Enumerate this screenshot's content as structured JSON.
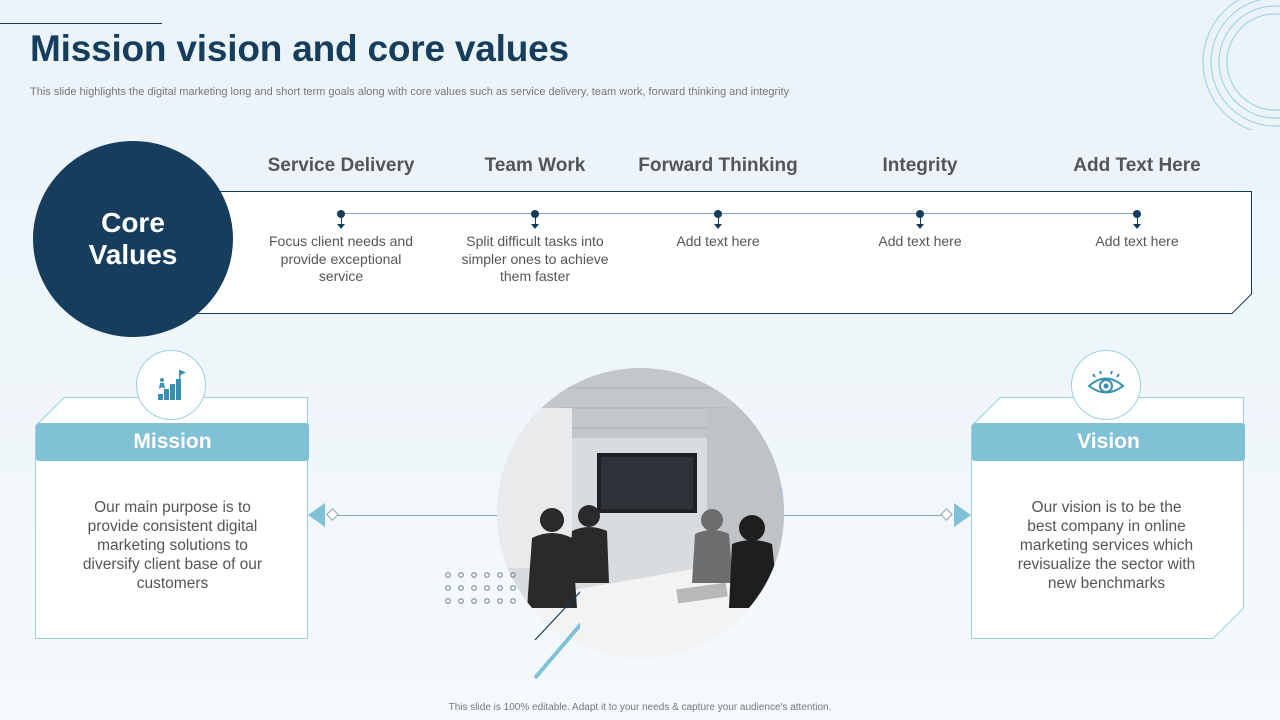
{
  "header": {
    "title": "Mission vision and core values",
    "subtitle": "This slide highlights the digital marketing long and short term goals along with core values such as service delivery, team work, forward thinking and integrity"
  },
  "core_values": {
    "label": "Core Values",
    "items": [
      {
        "heading": "Service Delivery",
        "text": "Focus client needs and provide exceptional service"
      },
      {
        "heading": "Team Work",
        "text": "Split difficult tasks into simpler ones to achieve them faster"
      },
      {
        "heading": "Forward Thinking",
        "text": "Add text here"
      },
      {
        "heading": "Integrity",
        "text": "Add text here"
      },
      {
        "heading": "Add Text Here",
        "text": "Add text here"
      }
    ]
  },
  "mission": {
    "title": "Mission",
    "text": "Our main purpose is to provide consistent digital marketing solutions to diversify client base of our customers",
    "icon": "growth-stairs-flag-icon"
  },
  "vision": {
    "title": "Vision",
    "text": "Our vision is to be the best company in online marketing services which revisualize the sector with new benchmarks",
    "icon": "eye-icon"
  },
  "image": {
    "icon": "meeting-room-photo"
  },
  "footer": {
    "text": "This slide is 100% editable. Adapt it to your needs & capture your audience's attention."
  },
  "colors": {
    "navy": "#163d5c",
    "light_blue": "#80c1d6",
    "line": "#8aa2b5"
  }
}
